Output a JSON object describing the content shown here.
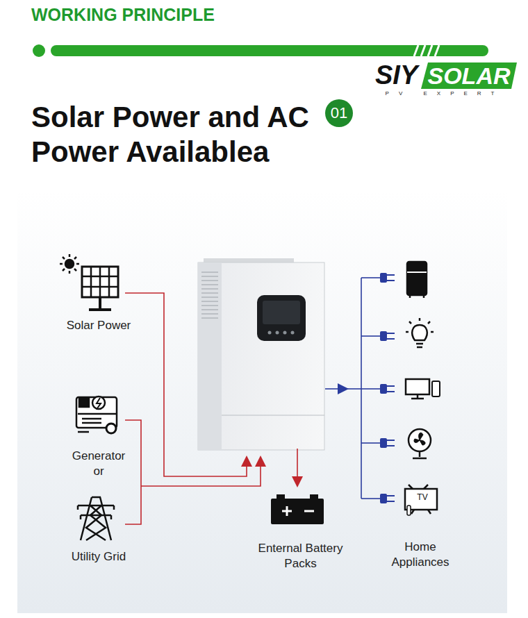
{
  "diagram": {
    "title": "Solar Power and AC Power Availablea",
    "labels": [
      "WORKING PRINCIPLE",
      "SIY",
      "SOLAR",
      "PV EXPERT",
      "01",
      "Solar Power",
      "Generator or",
      "Utility Grid",
      "TV",
      "Enternal Battery Packs",
      "Home Appliances"
    ]
  }
}
